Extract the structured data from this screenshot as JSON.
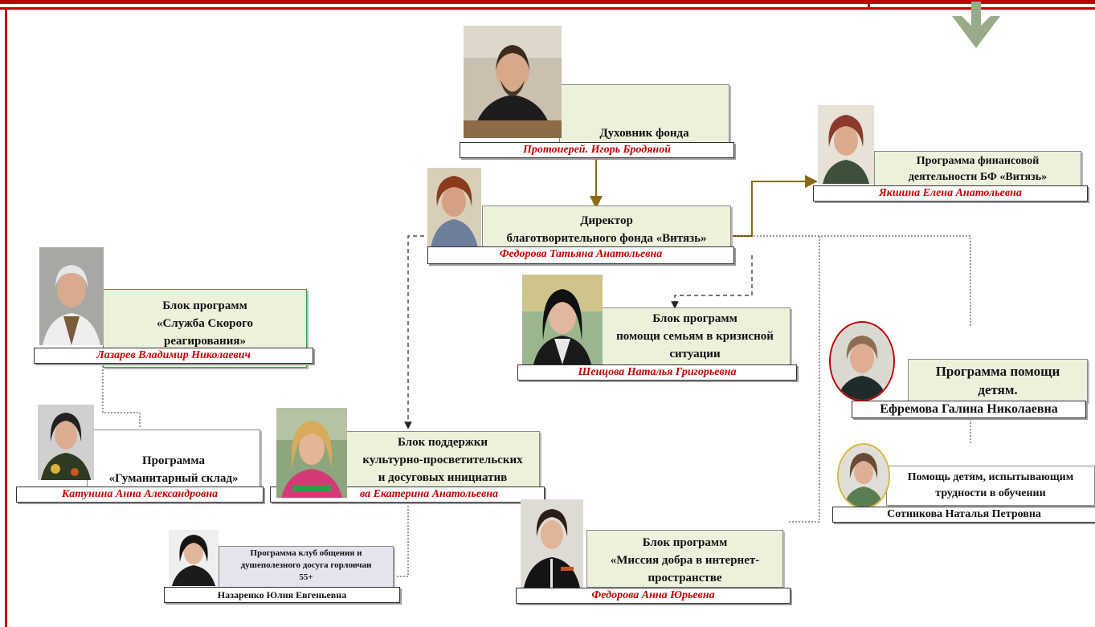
{
  "nodes": {
    "spiritual": {
      "title": "Духовник фонда",
      "person": "Протоиерей. Игорь Бродяной"
    },
    "director": {
      "title_line1": "Директор",
      "title_line2": "благотворительного фонда  «Витязь»",
      "person": "Федорова Татьяна Анатольевна"
    },
    "finance": {
      "title_line1": "Программа финансовой",
      "title_line2": "деятельности БФ «Витязь»",
      "person": "Якшина Елена Анатольевна"
    },
    "emergency": {
      "title_line1": "Блок программ",
      "title_line2": "«Служба Скорого",
      "title_line3": "реагирования»",
      "person": "Лазарев Владимир Николаевич"
    },
    "families": {
      "title_line1": "Блок программ",
      "title_line2": "помощи семьям в кризисной",
      "title_line3": "ситуации",
      "person": "Шенцова Наталья Григорьевна"
    },
    "children": {
      "title_line1": "Программа помощи",
      "title_line2": "детям.",
      "person": "Ефремова Галина Николаевна"
    },
    "warehouse": {
      "title_line1": "Программа",
      "title_line2": "«Гуманитарный склад»",
      "person": "Катунина Анна Александровна"
    },
    "culture": {
      "title_line1": "Блок  поддержки",
      "title_line2": "культурно-просветительских",
      "title_line3": "и досуговых инициатив",
      "person": "ва Екатерина Анатольевна"
    },
    "learning": {
      "title_line1": "Помощь детям, испытывающим",
      "title_line2": "трудности в обучении",
      "person": "Сотникова Наталья Петровна"
    },
    "club": {
      "title_line1": "Программа клуб общения и",
      "title_line2": "душеполезного досуга горловчан",
      "title_line3": "55+",
      "person": "Назаренко Юлия Евгеньевна"
    },
    "internet": {
      "title_line1": "Блок программ",
      "title_line2": "«Миссия добра в интернет-",
      "title_line3": "пространстве",
      "person": "Федорова Анна Юрьевна"
    }
  },
  "colors": {
    "frame": "#c00000",
    "box_fill": "#ecf1dc",
    "person_name": "#c00000",
    "solid_connector": "#8b6914",
    "deco_arrow": "#9aab8a"
  },
  "icons": {
    "decoration": "down-arrow-icon",
    "portrait": "person-photo"
  }
}
